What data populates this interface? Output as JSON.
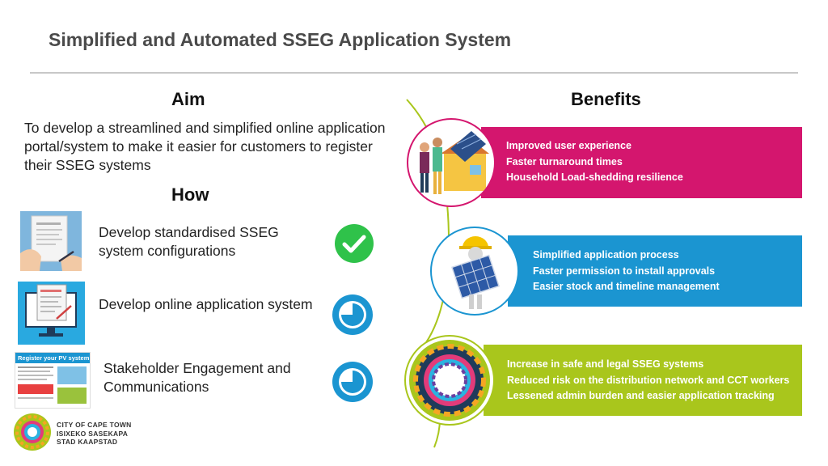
{
  "title": "Simplified and Automated SSEG Application System",
  "aim": {
    "heading": "Aim",
    "text": "To develop a streamlined and simplified online application portal/system to make it easier for customers to register their SSEG systems"
  },
  "how": {
    "heading": "How",
    "steps": [
      {
        "label": "Develop standardised SSEG system configurations",
        "status_icon": "check-circle-icon"
      },
      {
        "label": "Develop online application system",
        "status_icon": "clock-circle-icon"
      },
      {
        "label": "Stakeholder Engagement and Communications",
        "status_icon": "clock-circle-icon"
      }
    ],
    "poster_title": "Register your PV system"
  },
  "benefits": {
    "heading": "Benefits",
    "groups": [
      {
        "color": "#d4166e",
        "items": [
          "Improved user experience",
          "Faster turnaround times",
          "Household Load-shedding resilience"
        ]
      },
      {
        "color": "#1b95d1",
        "items": [
          "Simplified application process",
          "Faster permission to install approvals",
          "Easier stock and timeline management"
        ]
      },
      {
        "color": "#a9c61c",
        "items": [
          "Increase in safe and legal SSEG systems",
          "Reduced risk on the distribution network and CCT workers",
          "Lessened admin burden and easier application tracking"
        ]
      }
    ]
  },
  "logo": {
    "lines": [
      "CITY OF CAPE TOWN",
      "ISIXEKO SASEKAPA",
      "STAD KAAPSTAD"
    ]
  },
  "colors": {
    "check": "#2fc24a",
    "clock": "#1b95d1",
    "title": "#4a4a4a"
  }
}
